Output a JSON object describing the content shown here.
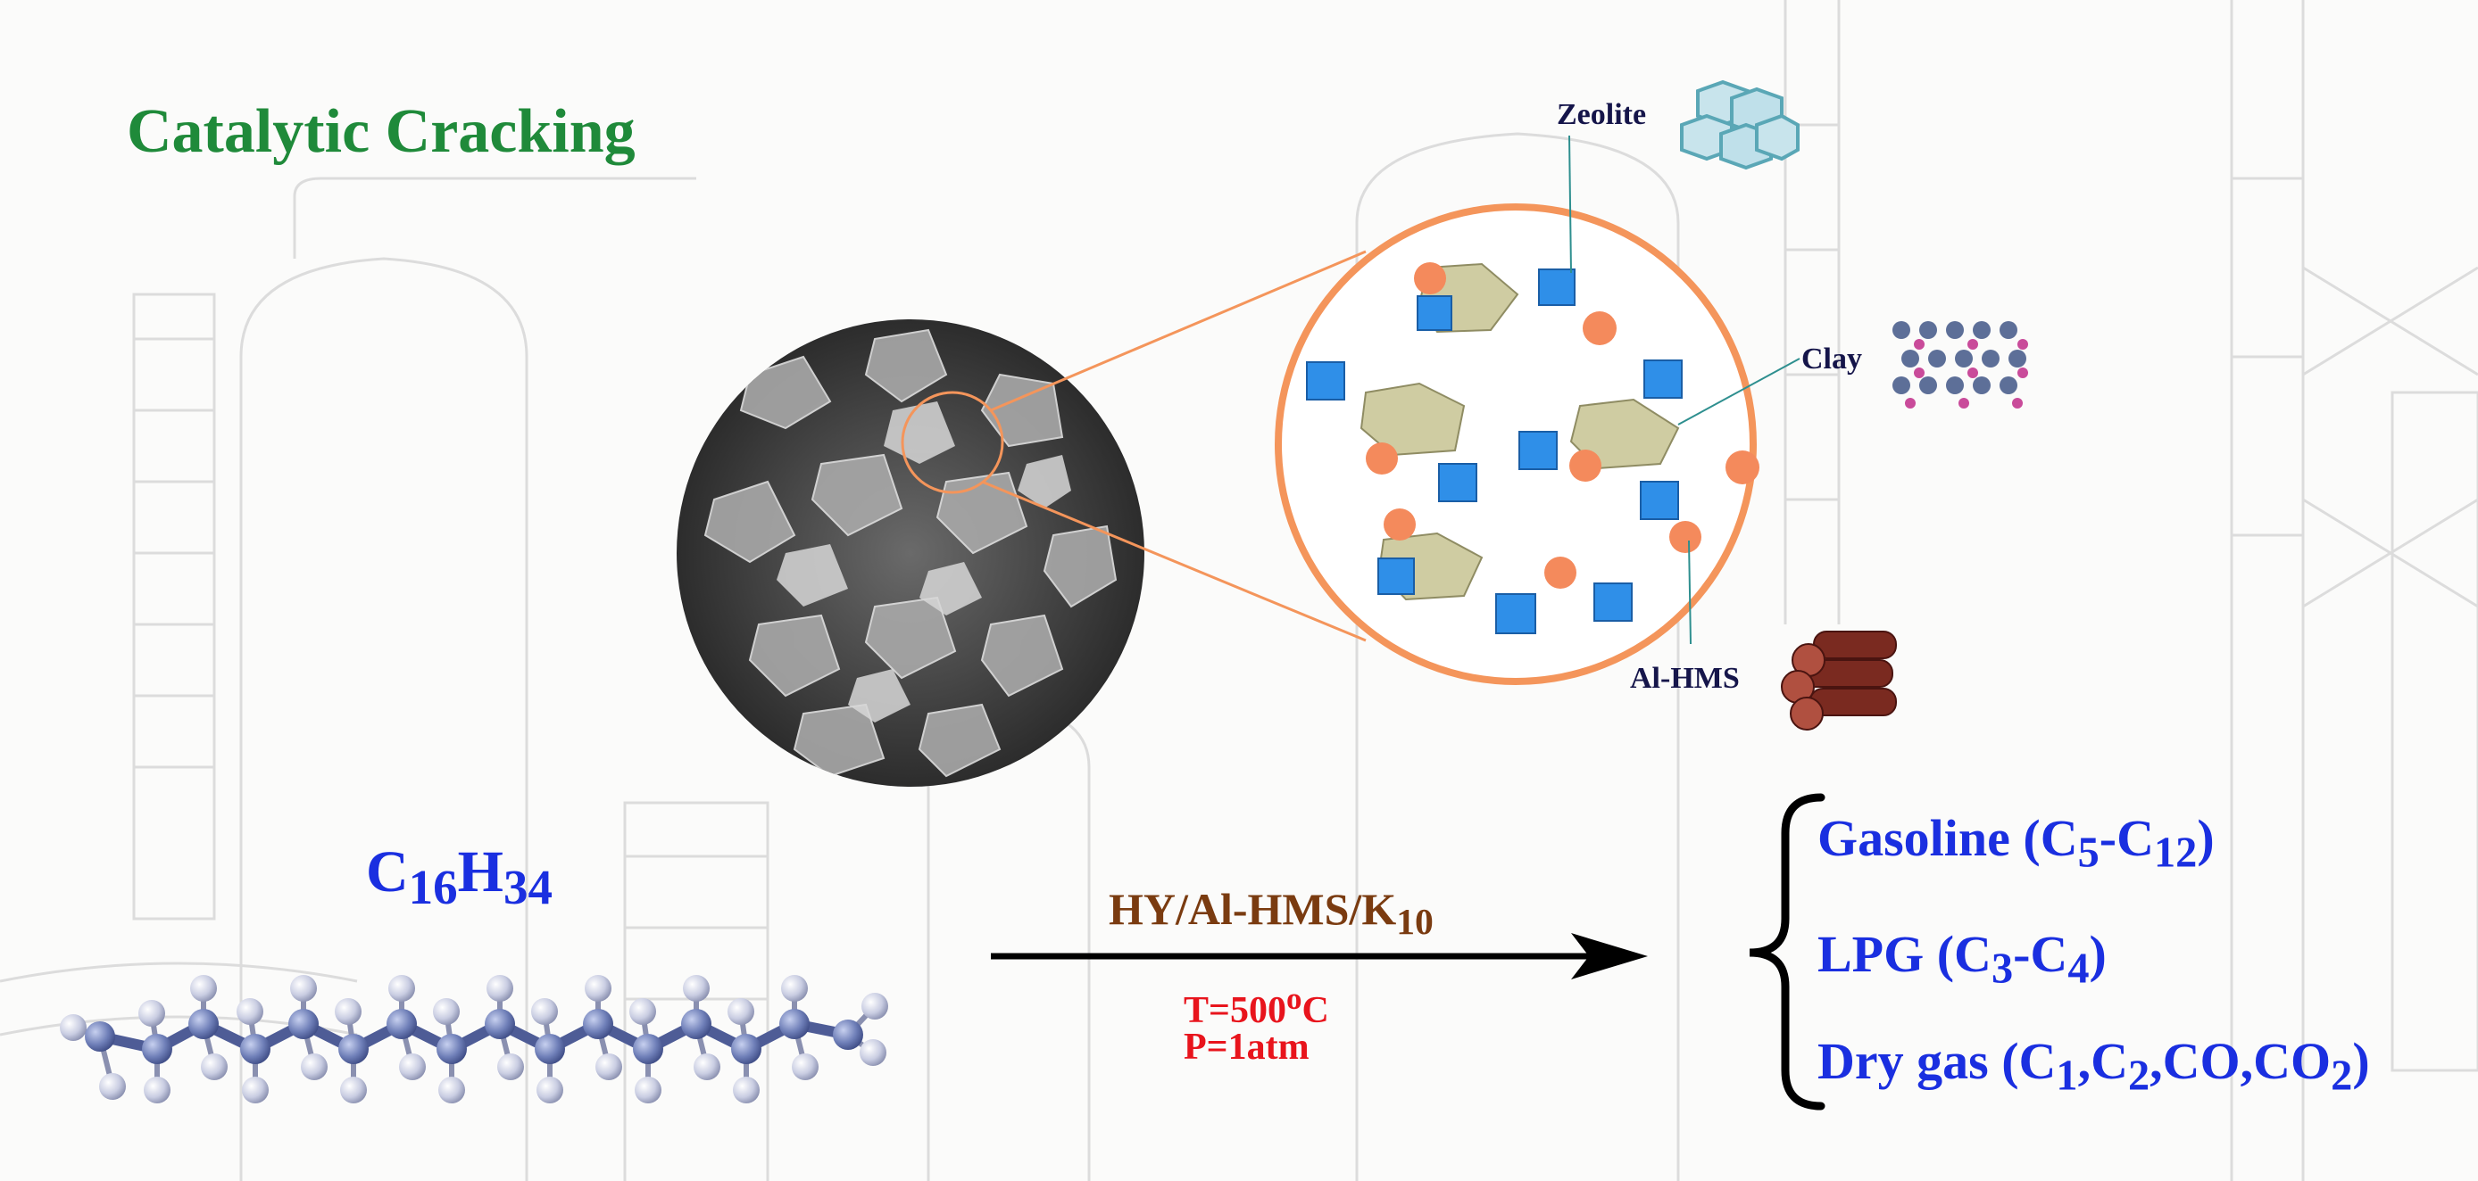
{
  "title": "Catalytic Cracking",
  "reactant": {
    "symbol1": "C",
    "sub1": "16",
    "symbol2": "H",
    "sub2": "34"
  },
  "catalyst": {
    "text": "HY/Al-HMS/K",
    "sub": "10"
  },
  "conditions": {
    "temperature_pre": "T=500",
    "temperature_sup": "o",
    "temperature_post": "C",
    "pressure": "P=1atm"
  },
  "labels": {
    "zeolite": "Zeolite",
    "clay": "Clay",
    "alhms": "Al-HMS"
  },
  "products": [
    {
      "name": "Gasoline (C",
      "a": "5",
      "mid": "-C",
      "b": "12",
      "end": ")"
    },
    {
      "name": "LPG (C",
      "a": "3",
      "mid": "-C",
      "b": "4",
      "end": ")"
    },
    {
      "name": "Dry gas (C",
      "a": "1",
      "mid": ",C",
      "b": "2",
      "end": ",CO,CO",
      "c": "2",
      "close": ")"
    }
  ],
  "colors": {
    "title": "#1f8a3a",
    "product": "#1a2fe0",
    "catalyst": "#7a3b10",
    "conditions": "#e8141c",
    "ring": "#f4955b",
    "cube": "#2f8fe8",
    "sphere": "#f48a5c",
    "clay_sheet": "#cfcca2",
    "label": "#15154a"
  },
  "icons": {
    "zeolite": "zeolite-framework-icon",
    "clay": "layered-clay-icon",
    "alhms": "mesoporous-rods-icon",
    "molecule": "hexadecane-ball-stick-icon",
    "sem": "sem-micrograph-image"
  }
}
